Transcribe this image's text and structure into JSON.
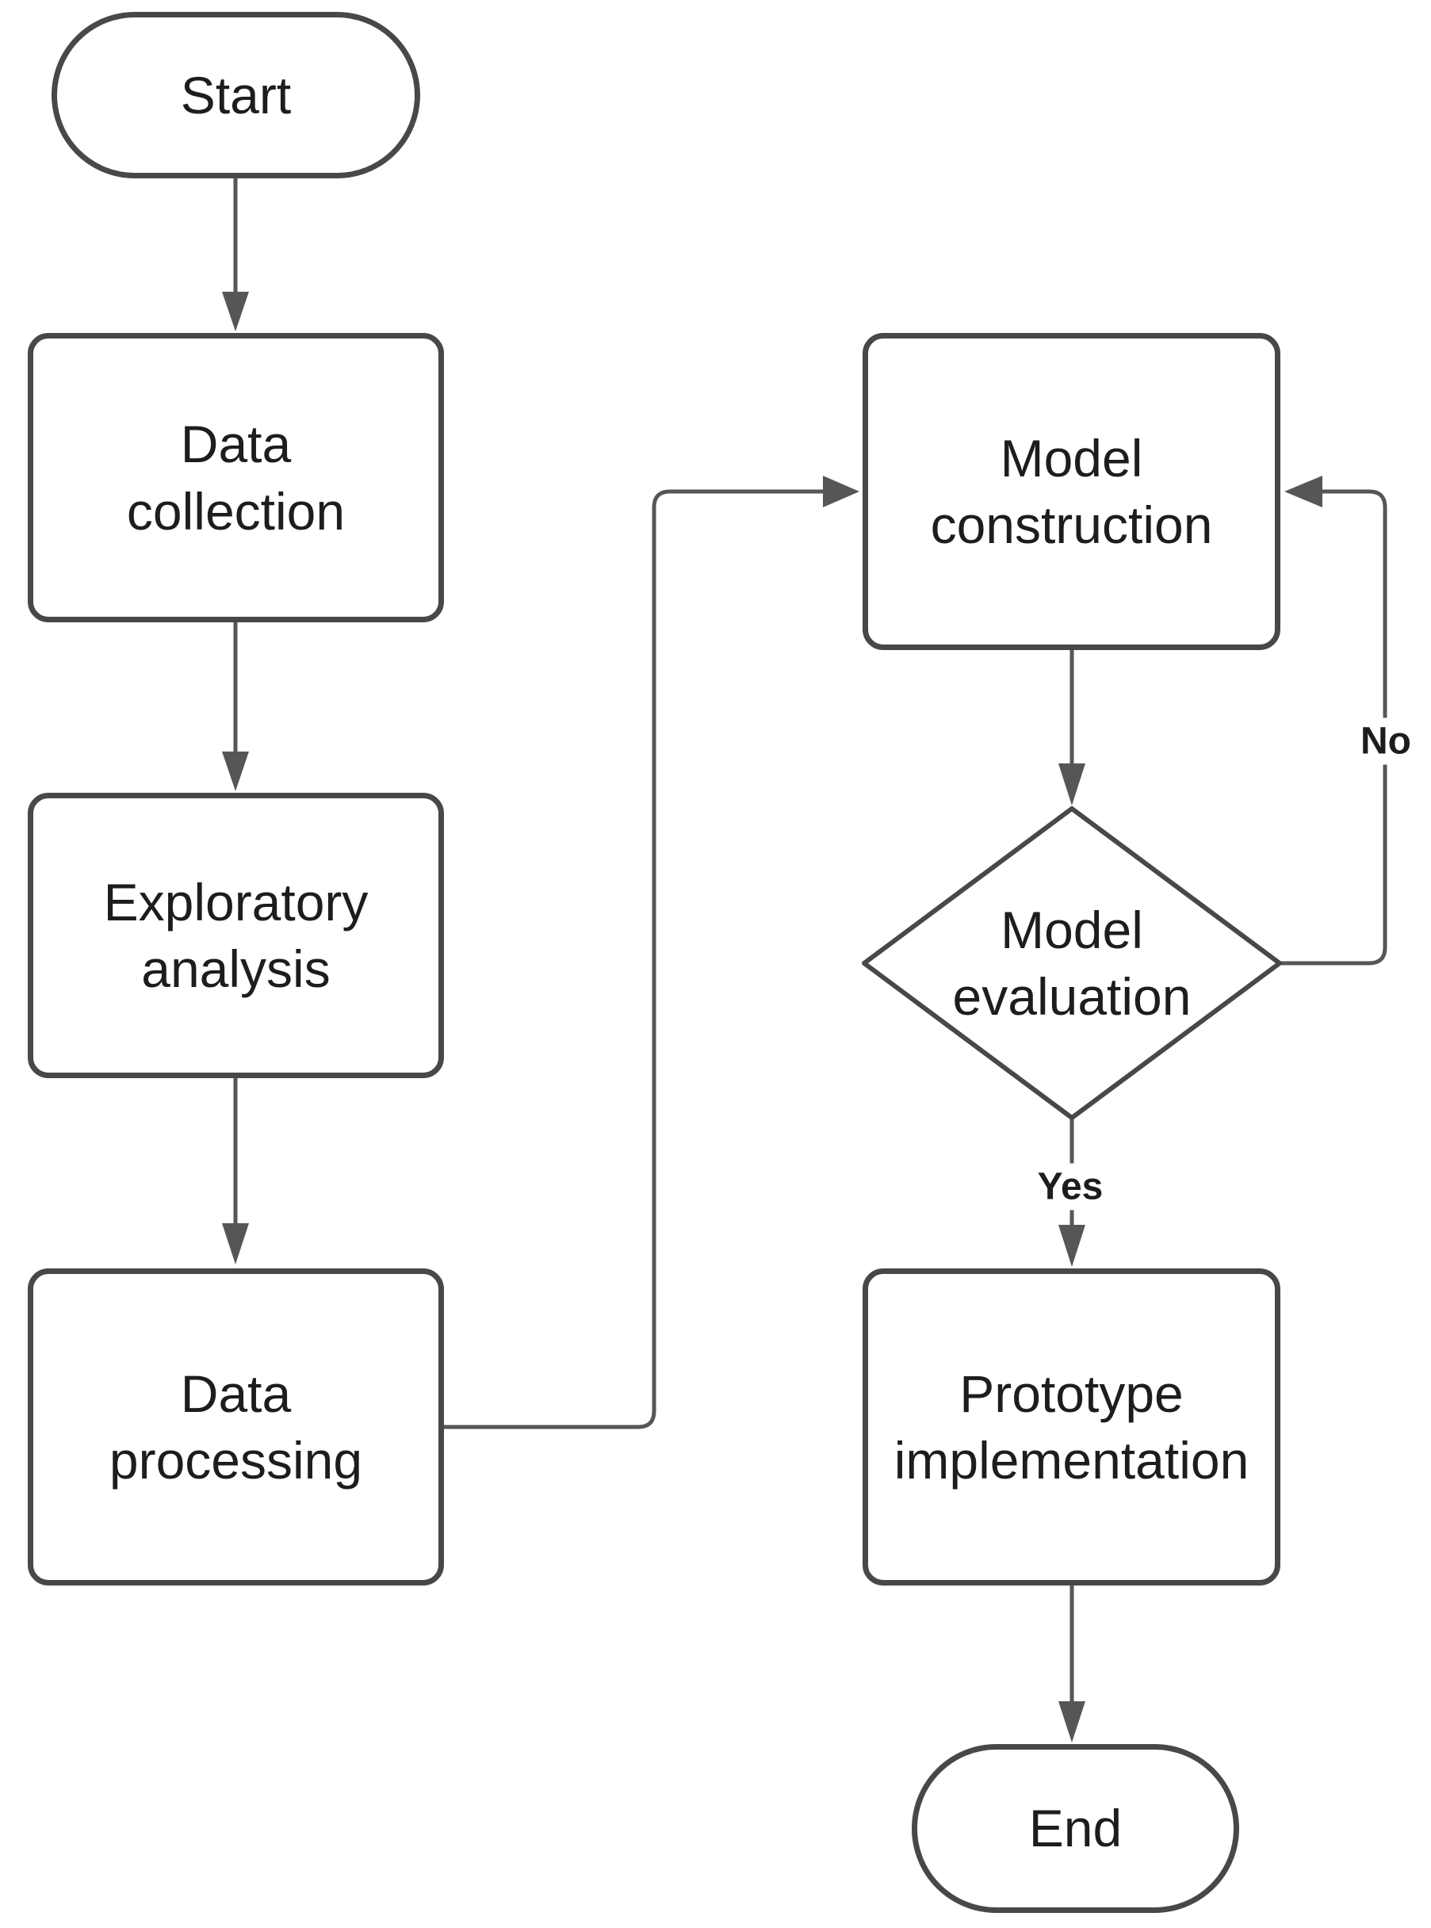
{
  "diagram": {
    "type": "flowchart",
    "palette": {
      "background": "#ffffff",
      "shape_fill": "#ffffff",
      "shape_border": "#484848",
      "connector": "#565656",
      "text": "#1d1d1d"
    },
    "nodes": {
      "start": {
        "label": "Start",
        "shape": "terminator"
      },
      "data_collection": {
        "label": "Data\ncollection",
        "shape": "process"
      },
      "exploratory_analysis": {
        "label": "Exploratory\nanalysis",
        "shape": "process"
      },
      "data_processing": {
        "label": "Data\nprocessing",
        "shape": "process"
      },
      "model_construction": {
        "label": "Model\nconstruction",
        "shape": "process"
      },
      "model_evaluation": {
        "label": "Model\nevaluation",
        "shape": "decision"
      },
      "prototype_implementation": {
        "label": "Prototype\nimplementation",
        "shape": "process"
      },
      "end": {
        "label": "End",
        "shape": "terminator"
      }
    },
    "edges": {
      "list": [
        {
          "from": "start",
          "to": "data_collection",
          "label": ""
        },
        {
          "from": "data_collection",
          "to": "exploratory_analysis",
          "label": ""
        },
        {
          "from": "exploratory_analysis",
          "to": "data_processing",
          "label": ""
        },
        {
          "from": "data_processing",
          "to": "model_construction",
          "label": ""
        },
        {
          "from": "model_construction",
          "to": "model_evaluation",
          "label": ""
        },
        {
          "from": "model_evaluation",
          "to": "prototype_implementation",
          "label": "Yes"
        },
        {
          "from": "model_evaluation",
          "to": "model_construction",
          "label": "No"
        },
        {
          "from": "prototype_implementation",
          "to": "end",
          "label": ""
        }
      ]
    }
  }
}
